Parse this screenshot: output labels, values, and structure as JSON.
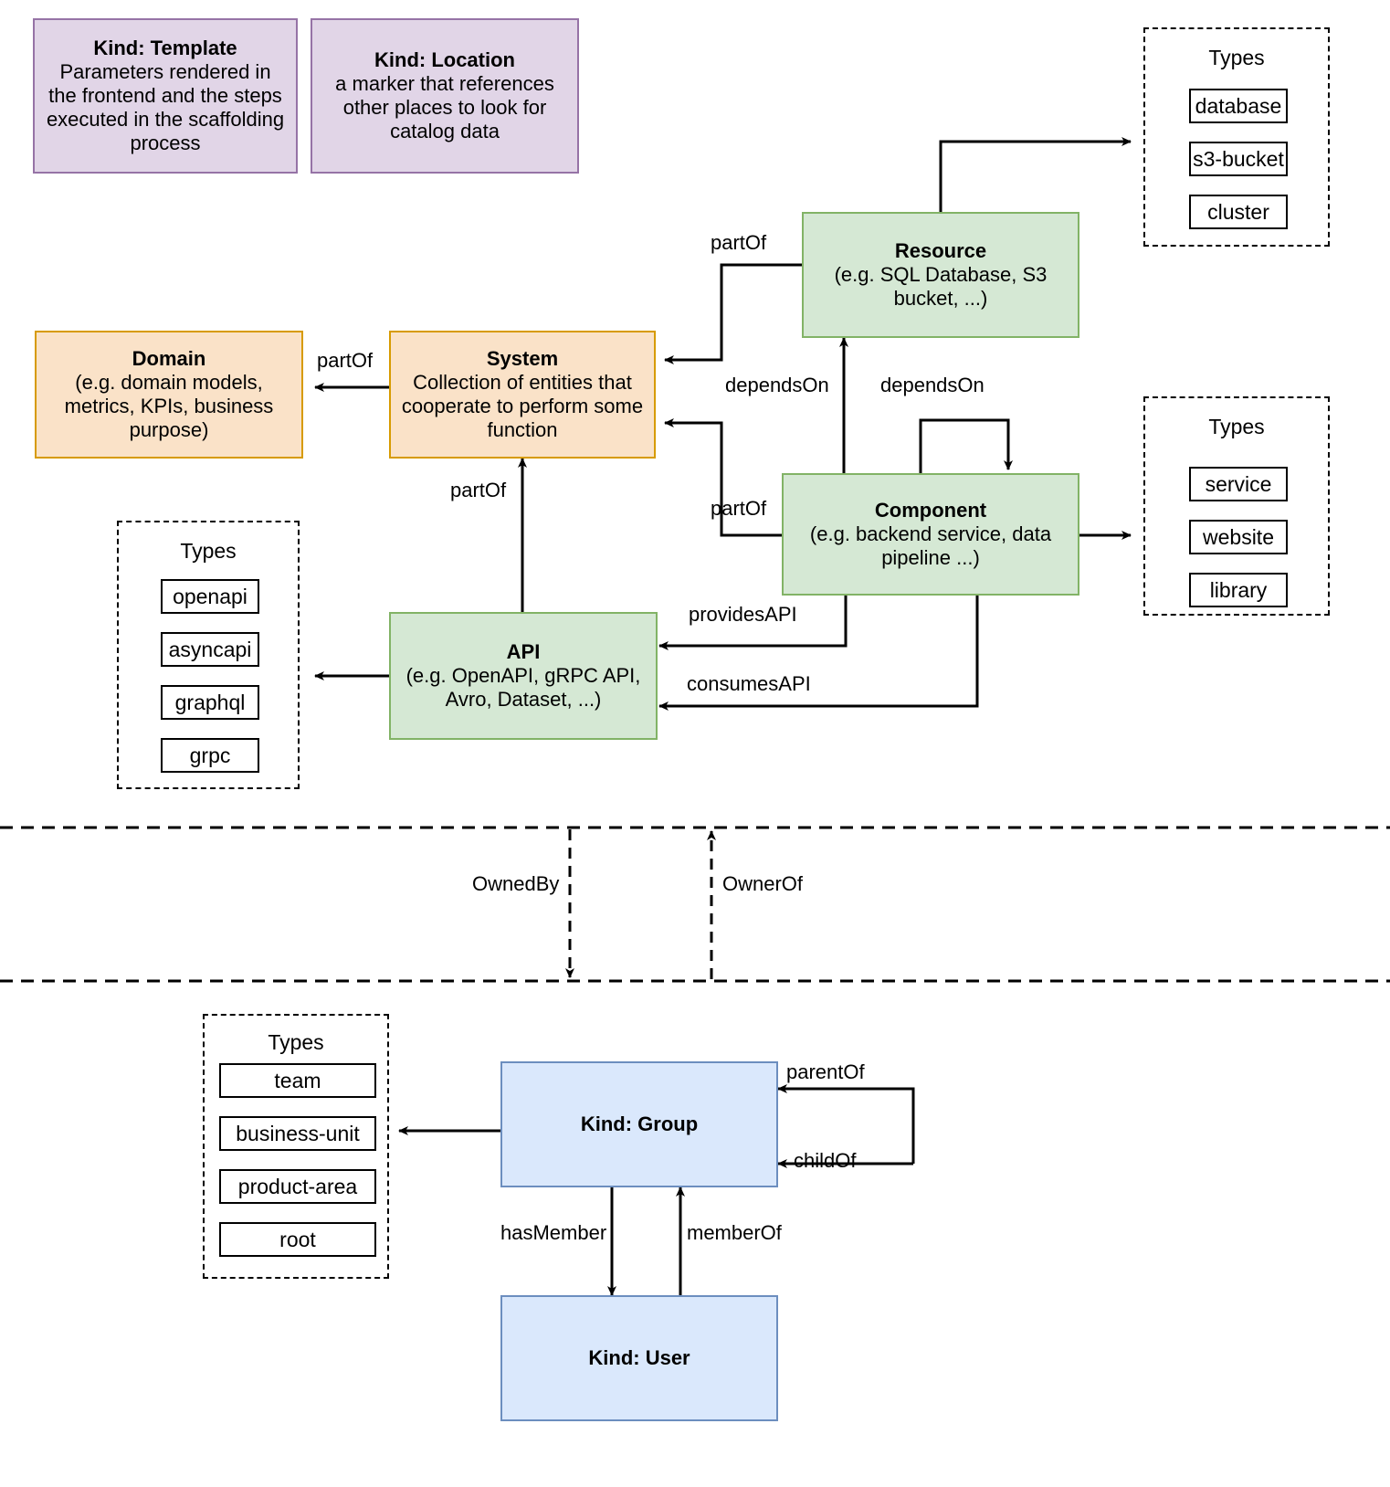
{
  "diagram": {
    "title": "Backstage Catalog Entity Kinds and Relations",
    "colors": {
      "purple_fill": "#e1d5e7",
      "purple_stroke": "#9673a6",
      "orange_fill": "#fae2c8",
      "orange_stroke": "#d79b00",
      "green_fill": "#d5e8d4",
      "green_stroke": "#82b366",
      "blue_fill": "#dae8fc",
      "blue_stroke": "#6c8ebf",
      "line": "#000000"
    }
  },
  "nodes": {
    "template": {
      "title": "Kind: Template",
      "desc": "Parameters rendered in the frontend and the steps executed in  the scaffolding process"
    },
    "location": {
      "title": "Kind: Location",
      "desc": "a marker that references other places to look for catalog data"
    },
    "domain": {
      "title": "Domain",
      "desc": "(e.g.  domain models, metrics, KPIs, business purpose)"
    },
    "system": {
      "title": "System",
      "desc": "Collection of entities that cooperate to perform some function"
    },
    "resource": {
      "title": "Resource",
      "desc": "(e.g. SQL Database, S3 bucket, ...)"
    },
    "component": {
      "title": "Component",
      "desc": "(e.g. backend service, data pipeline ...)"
    },
    "api": {
      "title": "API",
      "desc": "(e.g. OpenAPI, gRPC API, Avro, Dataset, ...)"
    },
    "group": {
      "title": "Kind: Group",
      "desc": ""
    },
    "user": {
      "title": "Kind: User",
      "desc": ""
    }
  },
  "type_groups": {
    "resource_types": {
      "label": "Types",
      "items": [
        "database",
        "s3-bucket",
        "cluster"
      ]
    },
    "component_types": {
      "label": "Types",
      "items": [
        "service",
        "website",
        "library"
      ]
    },
    "api_types": {
      "label": "Types",
      "items": [
        "openapi",
        "asyncapi",
        "graphql",
        "grpc"
      ]
    },
    "group_types": {
      "label": "Types",
      "items": [
        "team",
        "business-unit",
        "product-area",
        "root"
      ]
    }
  },
  "edges": {
    "system_partof_domain": "partOf",
    "resource_partof_system": "partOf",
    "component_partof_system": "partOf",
    "api_partof_system": "partOf",
    "component_dependson_resource": "dependsOn",
    "component_dependson_component": "dependsOn",
    "component_providesapi": "providesAPI",
    "component_consumesapi": "consumesAPI",
    "ownedby": "OwnedBy",
    "ownerof": "OwnerOf",
    "group_parentof": "parentOf",
    "group_childof": "childOf",
    "group_hasmember": "hasMember",
    "user_memberof": "memberOf"
  }
}
